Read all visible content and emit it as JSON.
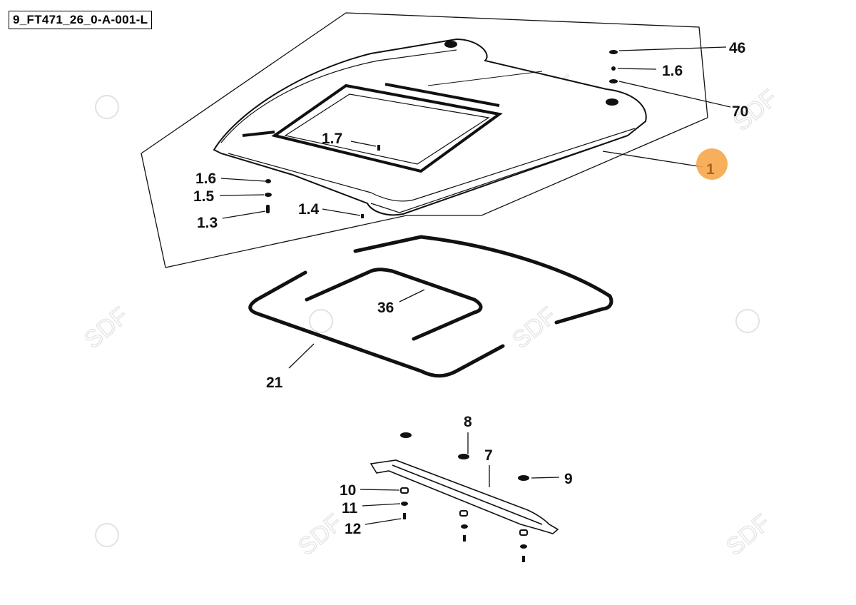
{
  "diagram": {
    "code": "9_FT471_26_0-A-001-L",
    "watermark": "SDF",
    "highlight_color": "#f6a64a",
    "highlighted_callout": "1",
    "callouts": [
      "46",
      "1.6",
      "70",
      "1",
      "1.7",
      "1.6",
      "1.5",
      "1.3",
      "1.4",
      "36",
      "21",
      "8",
      "7",
      "9",
      "10",
      "11",
      "12"
    ]
  }
}
